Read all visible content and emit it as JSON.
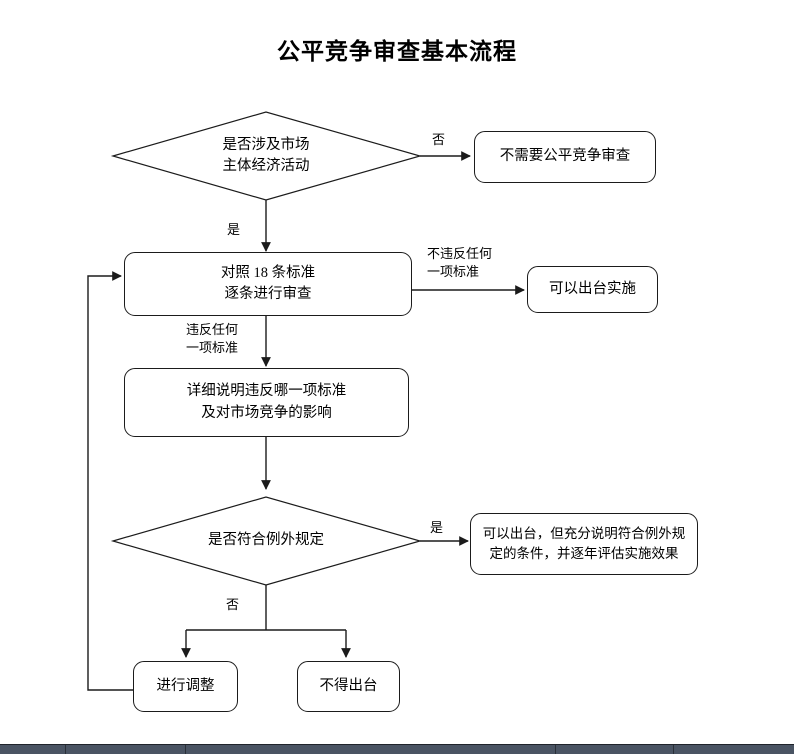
{
  "page": {
    "title": "公平竞争审查基本流程"
  },
  "nodes": {
    "decision_market": {
      "label": "是否涉及市场\n主体经济活动",
      "shape": "diamond"
    },
    "no_review_needed": {
      "label": "不需要公平竞争审查",
      "shape": "rounded-rect"
    },
    "check_18_standards": {
      "label": "对照 18 条标准\n逐条进行审查",
      "shape": "rounded-rect"
    },
    "may_implement": {
      "label": "可以出台实施",
      "shape": "rounded-rect"
    },
    "explain_violation": {
      "label": "详细说明违反哪一项标准\n及对市场竞争的影响",
      "shape": "rounded-rect"
    },
    "decision_exception": {
      "label": "是否符合例外规定",
      "shape": "diamond"
    },
    "may_issue_with_conditions": {
      "label": "可以出台，但充分说明符合例外规\n定的条件，并逐年评估实施效果",
      "shape": "rounded-rect"
    },
    "make_adjustment": {
      "label": "进行调整",
      "shape": "rounded-rect"
    },
    "cannot_issue": {
      "label": "不得出台",
      "shape": "rounded-rect"
    }
  },
  "edge_labels": {
    "market_no": "否",
    "market_yes": "是",
    "no_violation": "不违反任何\n一项标准",
    "violation": "违反任何\n一项标准",
    "exception_yes": "是",
    "exception_no": "否"
  },
  "colors": {
    "stroke": "#1b1b1b",
    "text": "#000000",
    "background": "#ffffff",
    "taskbar": "#4a5463"
  }
}
